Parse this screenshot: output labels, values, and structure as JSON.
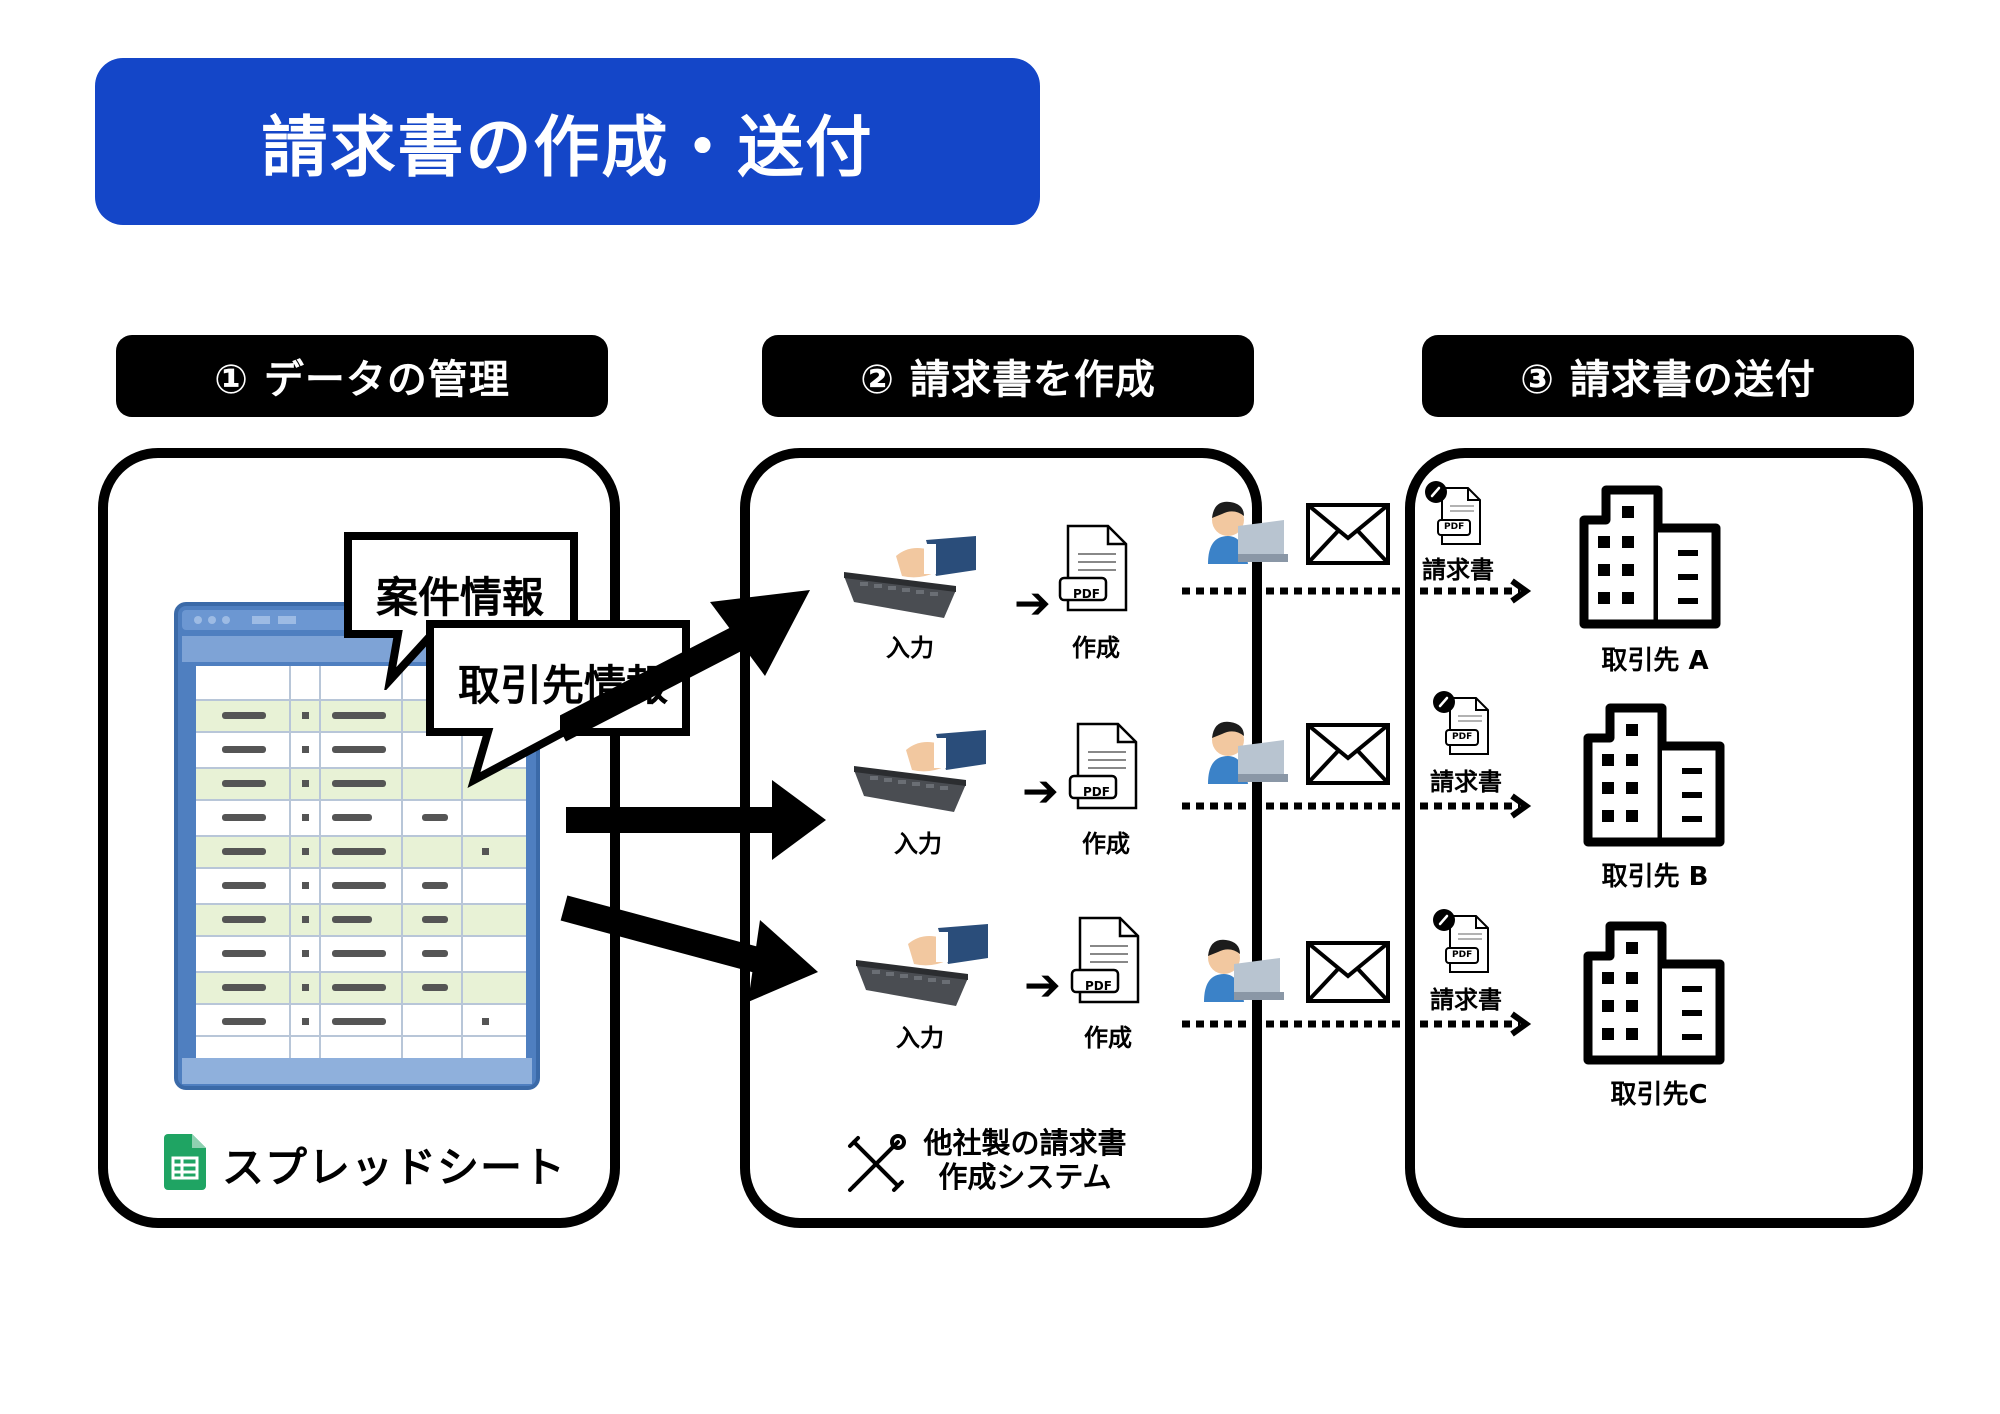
{
  "title": "請求書の作成・送付",
  "steps": [
    {
      "label": "① データの管理"
    },
    {
      "label": "② 請求書を作成"
    },
    {
      "label": "③ 請求書の送付"
    }
  ],
  "panel1": {
    "bubble1": "案件情報",
    "bubble2": "取引先情報",
    "sheet_label": "スプレッドシート"
  },
  "panel2": {
    "rows": [
      {
        "input_label": "入力",
        "create_label": "作成",
        "pdf": "PDF"
      },
      {
        "input_label": "入力",
        "create_label": "作成",
        "pdf": "PDF"
      },
      {
        "input_label": "入力",
        "create_label": "作成",
        "pdf": "PDF"
      }
    ],
    "system_label_line1": "他社製の請求書",
    "system_label_line2": "作成システム"
  },
  "panel3": {
    "rows": [
      {
        "doc_label": "請求書",
        "client": "取引先 A",
        "pdf": "PDF"
      },
      {
        "doc_label": "請求書",
        "client": "取引先 B",
        "pdf": "PDF"
      },
      {
        "doc_label": "請求書",
        "client": "取引先C",
        "pdf": "PDF"
      }
    ]
  },
  "colors": {
    "title_bg": "#1446c8",
    "header_bg": "#000000",
    "sheet_green": "#1fa463",
    "sheet_blue": "#5a8ac8",
    "person_blue": "#3b82c8"
  }
}
